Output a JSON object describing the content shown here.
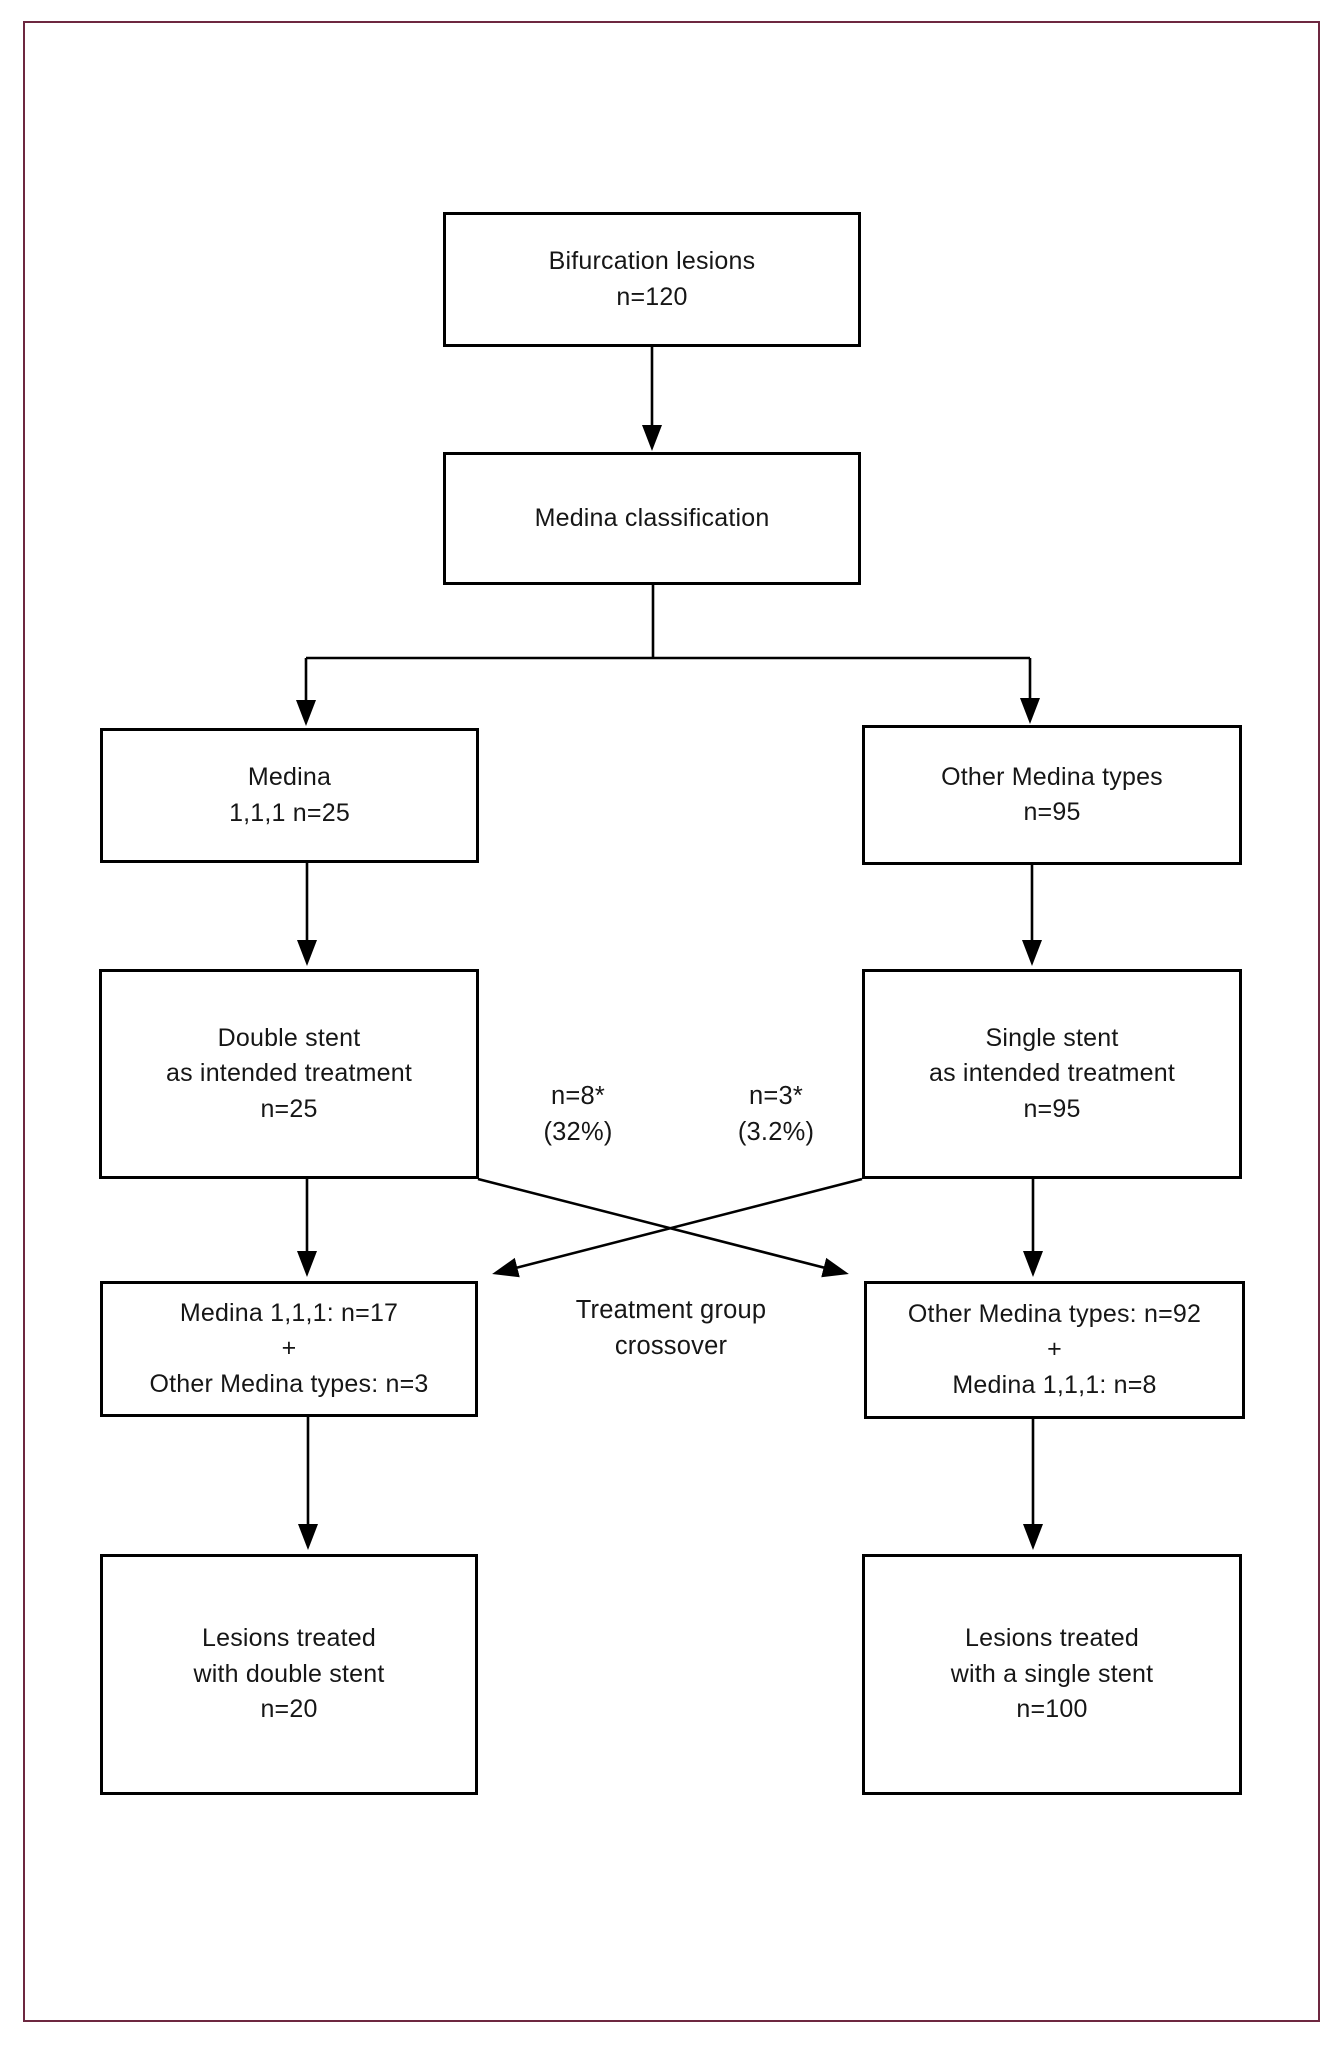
{
  "frame": {
    "border_color": "#6d2840"
  },
  "diagram": {
    "nodes": {
      "bifurcation_lesions": {
        "line1": "Bifurcation lesions",
        "line2": "n=120"
      },
      "medina_classification": {
        "line1": "Medina classification"
      },
      "medina_111": {
        "line1": "Medina",
        "line2": "1,1,1 n=25"
      },
      "other_medina_types": {
        "line1": "Other Medina types",
        "line2": "n=95"
      },
      "double_stent_intended": {
        "line1": "Double stent",
        "line2": "as intended treatment",
        "line3": "n=25"
      },
      "single_stent_intended": {
        "line1": "Single stent",
        "line2": "as intended treatment",
        "line3": "n=95"
      },
      "double_stent_actual": {
        "line1": "Medina 1,1,1: n=17",
        "line2": "+",
        "line3": "Other Medina types: n=3"
      },
      "single_stent_actual": {
        "line1": "Other Medina types: n=92",
        "line2": "+",
        "line3": "Medina 1,1,1: n=8"
      },
      "lesions_double_stent": {
        "line1": "Lesions treated",
        "line2": "with double stent",
        "line3": "n=20"
      },
      "lesions_single_stent": {
        "line1": "Lesions treated",
        "line2": "with a single stent",
        "line3": "n=100"
      }
    },
    "annotations": {
      "left_crossover_n": "n=8*",
      "left_crossover_pct": "(32%)",
      "right_crossover_n": "n=3*",
      "right_crossover_pct": "(3.2%)",
      "caption_line1": "Treatment group",
      "caption_line2": "crossover"
    },
    "line_color": "#000000"
  }
}
